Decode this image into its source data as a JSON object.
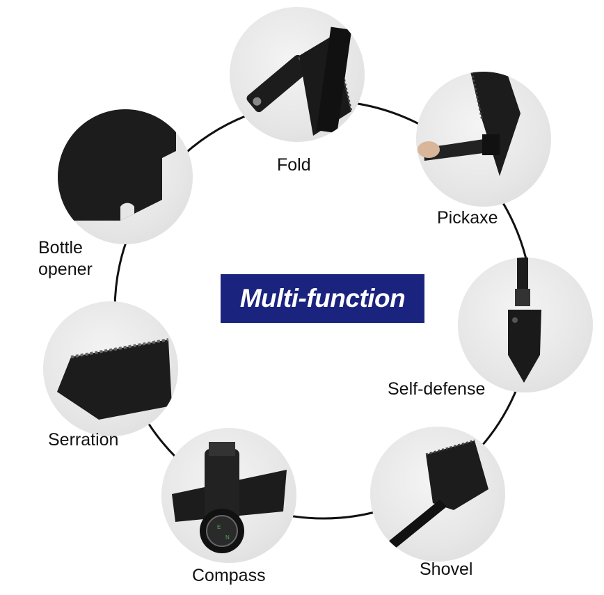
{
  "banner": {
    "text": "Multi-function",
    "background": "#1a237e",
    "color": "#ffffff"
  },
  "features": [
    {
      "label": "Fold"
    },
    {
      "label": "Pickaxe"
    },
    {
      "label": "Self-defense"
    },
    {
      "label": "Shovel"
    },
    {
      "label": "Compass"
    },
    {
      "label": "Serration"
    },
    {
      "label": "Bottle",
      "label_line2": "opener"
    }
  ],
  "colors": {
    "ring": "#111111",
    "tool": "#1c1c1c",
    "photo_bg": "#e6e6e6"
  }
}
